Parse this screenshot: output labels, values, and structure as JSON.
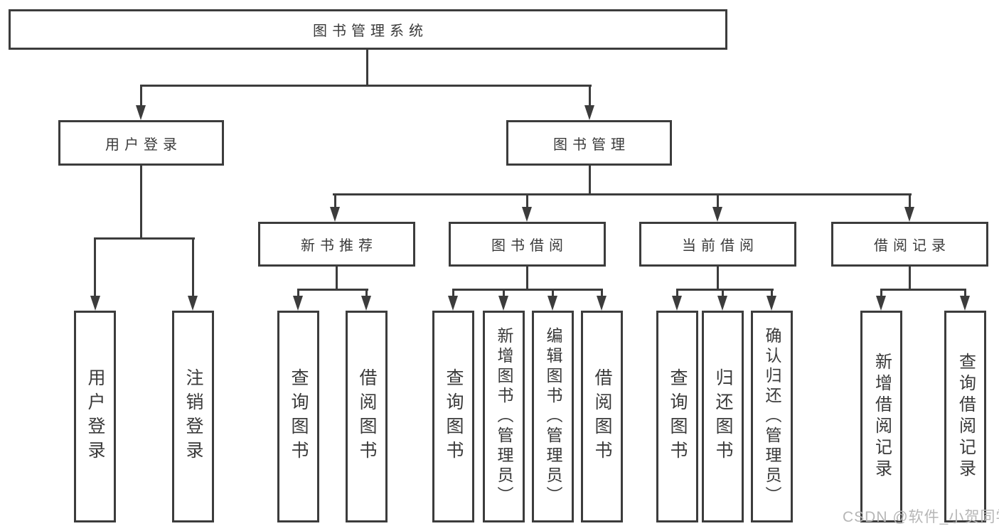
{
  "tree": {
    "root": {
      "label": "图书管理系统",
      "children": [
        {
          "label": "用户登录",
          "children": [
            {
              "label": "用户登录"
            },
            {
              "label": "注销登录"
            }
          ]
        },
        {
          "label": "图书管理",
          "children": [
            {
              "label": "新书推荐",
              "children": [
                {
                  "label": "查询图书"
                },
                {
                  "label": "借阅图书"
                }
              ]
            },
            {
              "label": "图书借阅",
              "children": [
                {
                  "label": "查询图书"
                },
                {
                  "label": "新增图书（管理员）"
                },
                {
                  "label": "编辑图书（管理员）"
                },
                {
                  "label": "借阅图书"
                }
              ]
            },
            {
              "label": "当前借阅",
              "children": [
                {
                  "label": "查询图书"
                },
                {
                  "label": "归还图书"
                },
                {
                  "label": "确认归还（管理员）"
                }
              ]
            },
            {
              "label": "借阅记录",
              "children": [
                {
                  "label": "新增借阅记录"
                },
                {
                  "label": "查询借阅记录"
                }
              ]
            }
          ]
        }
      ]
    }
  },
  "watermark": {
    "text": "CSDN @软件_小贺同学"
  },
  "style": {
    "line_color": "#3c3c3c",
    "background": "#ffffff",
    "text_color": "#3a3a3a"
  }
}
